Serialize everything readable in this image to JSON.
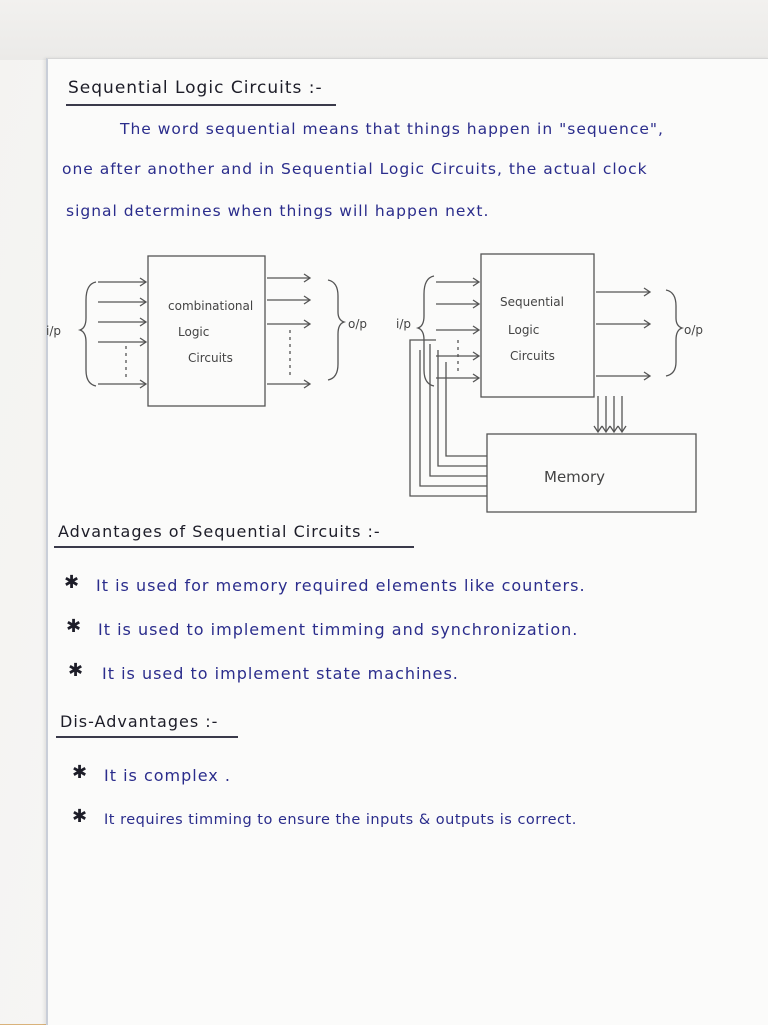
{
  "heading": "Sequential Logic Circuits :-",
  "intro": {
    "line1": "The word sequential means that things happen in \"sequence\",",
    "line2": "one after another and in Sequential Logic Circuits, the actual clock",
    "line3": "signal determines when things will happen next."
  },
  "diagram_left": {
    "input_label": "i/p",
    "block_line1": "combinational",
    "block_line2": "Logic",
    "block_line3": "Circuits",
    "output_label": "o/p"
  },
  "diagram_right": {
    "input_label": "i/p",
    "block_line1": "Sequential",
    "block_line2": "Logic",
    "block_line3": "Circuits",
    "output_label": "o/p",
    "memory_label": "Memory"
  },
  "advantages": {
    "heading": "Advantages of Sequential Circuits :-",
    "items": [
      "It is used for memory required elements like counters.",
      "It is used to implement timming and synchronization.",
      "It is used to implement state machines."
    ]
  },
  "disadvantages": {
    "heading": "Dis-Advantages :-",
    "items": [
      "It is complex .",
      "It requires timming to ensure the inputs & outputs is correct."
    ]
  },
  "colors": {
    "ink_black": "#1d1d28",
    "ink_blue": "#2b2d8c",
    "paper": "#fbfbfa",
    "margin_line": "#c9ced8"
  }
}
